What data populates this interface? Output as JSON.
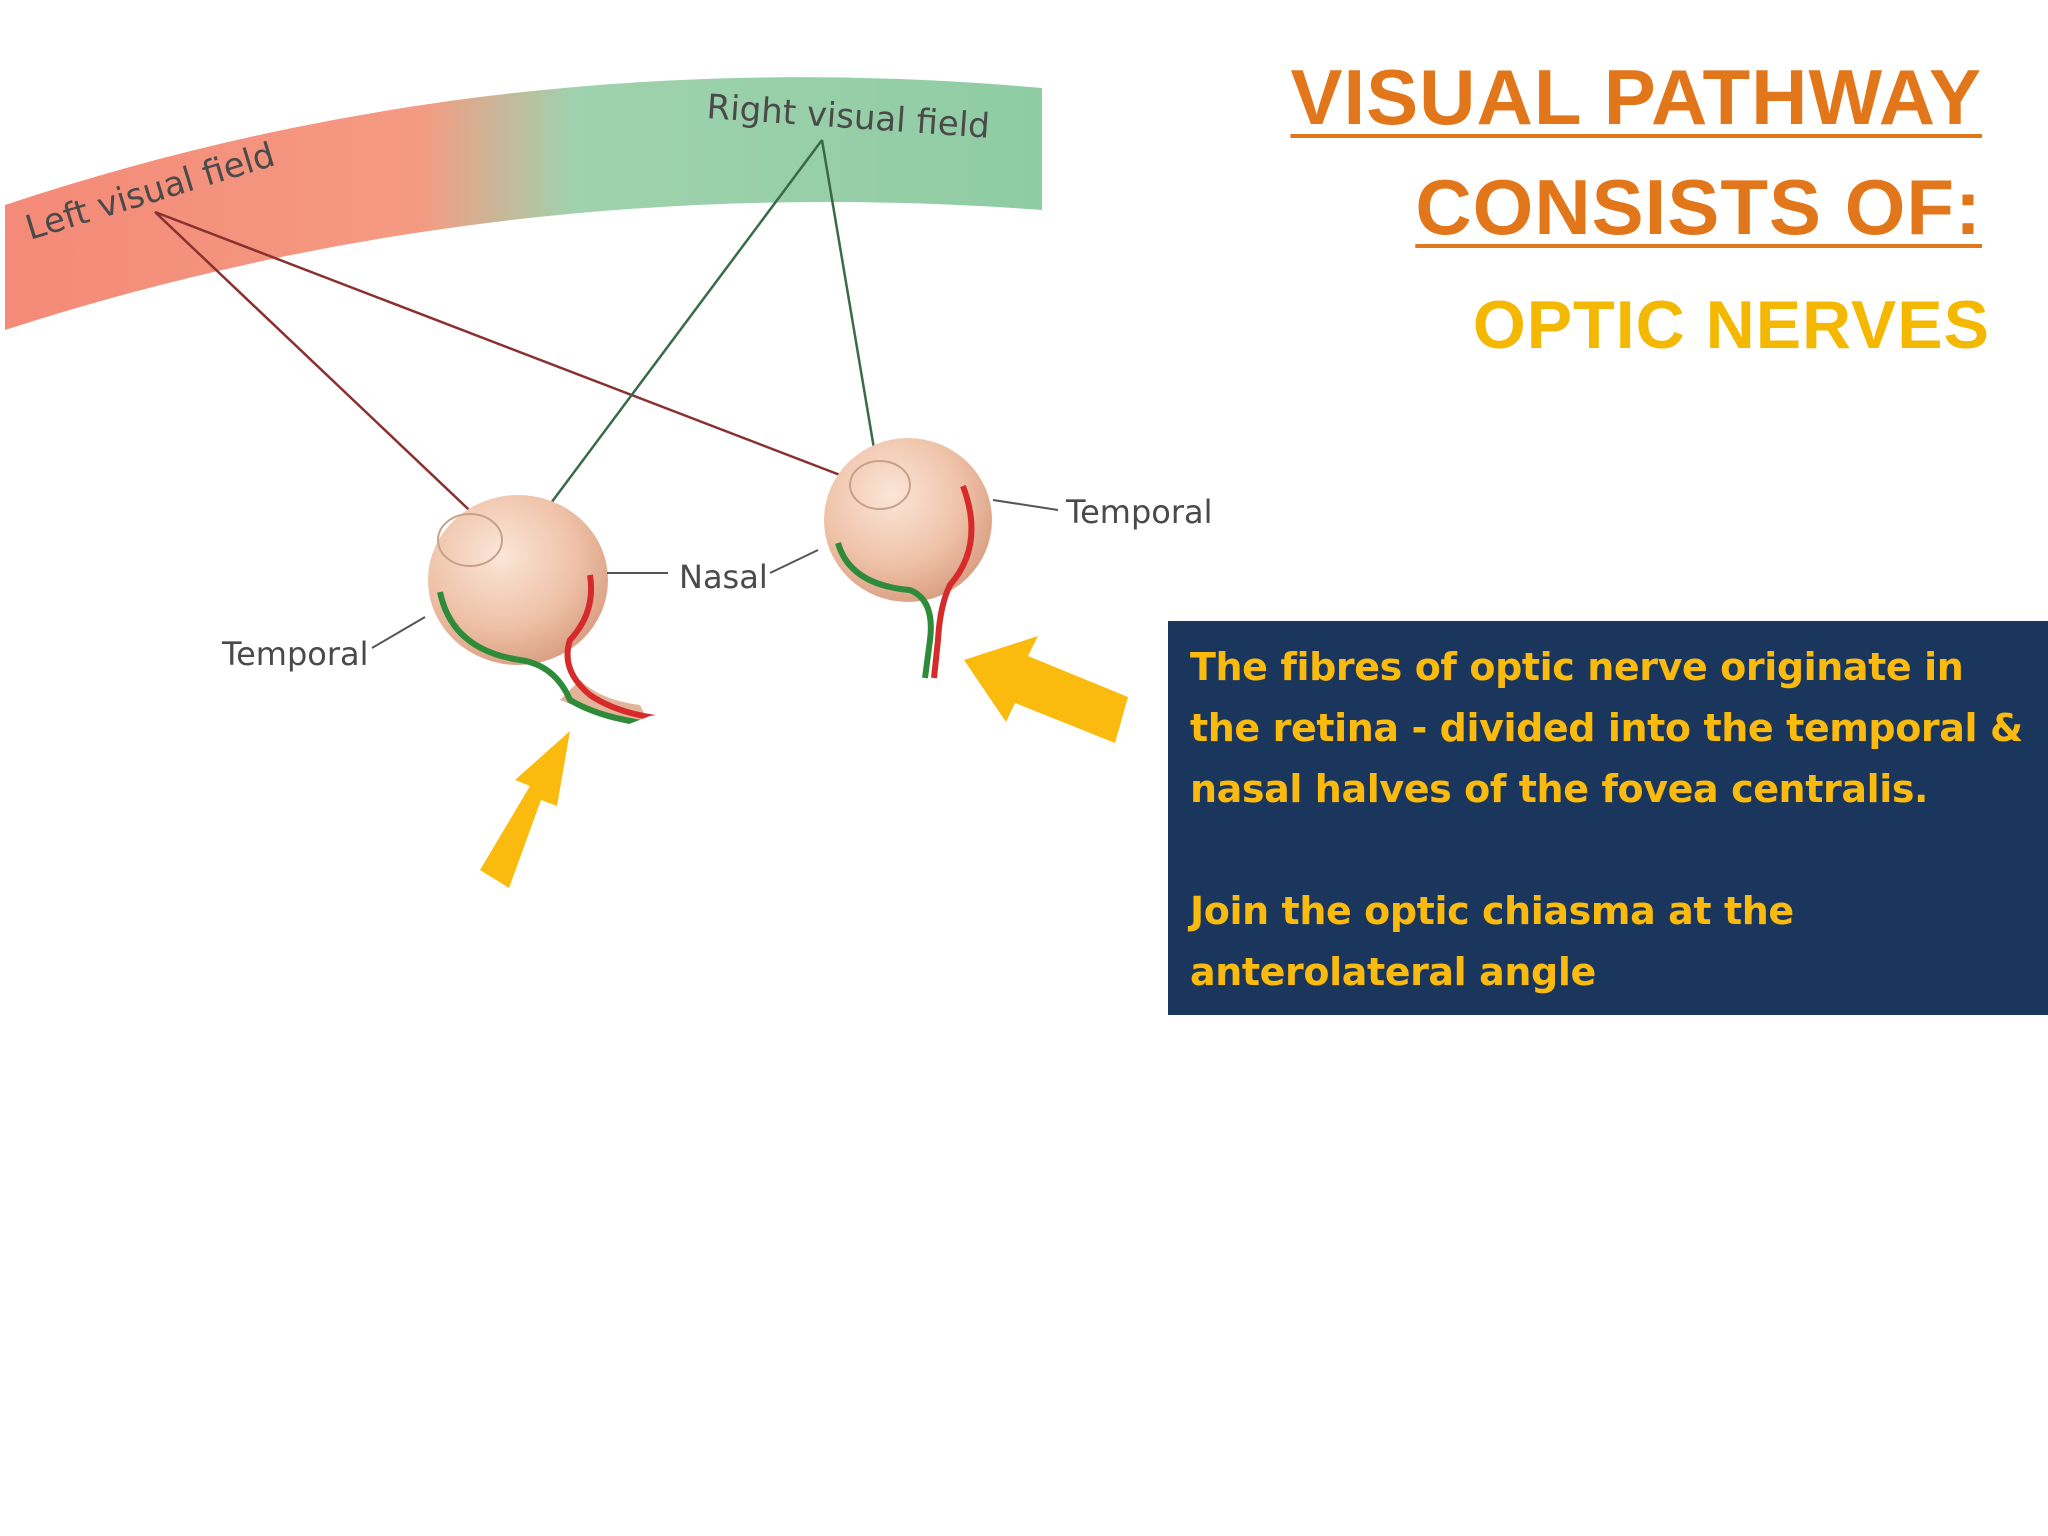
{
  "title": {
    "line1": "VISUAL PATHWAY",
    "line2": "CONSISTS OF:",
    "subtitle": "OPTIC NERVES"
  },
  "diagram": {
    "left_field_label": "Left visual field",
    "right_field_label": "Right visual field",
    "label_temporal_left": "Temporal",
    "label_nasal": "Nasal",
    "label_temporal_right": "Temporal"
  },
  "info_box": {
    "paragraph1": "The fibres of optic nerve originate in the retina - divided into the temporal & nasal halves of the fovea centralis.",
    "paragraph2": "Join the optic chiasma at the anterolateral angle"
  },
  "colors": {
    "title": "#e2761b",
    "subtitle": "#f5b800",
    "box_background": "#1b365d",
    "box_text": "#fbbb0e",
    "arrow": "#fbbb0e",
    "left_field": "#f08470",
    "right_field": "#8fcca3",
    "nasal_fibre_red": "#d62b2b",
    "temporal_fibre_green": "#2e8b3a"
  },
  "icons": [
    "pointer-arrow-icon",
    "eyeball-icon"
  ]
}
